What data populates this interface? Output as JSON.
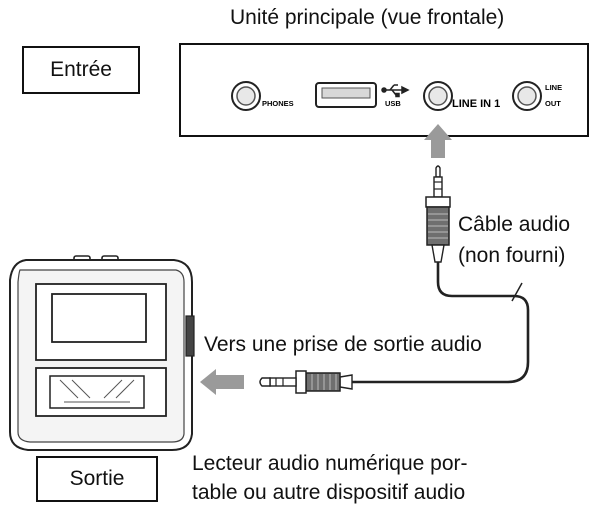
{
  "main_unit": {
    "title": "Unité principale (vue frontale)",
    "ports": {
      "phones": "PHONES",
      "usb": "USB",
      "line_in": "LINE IN 1",
      "line_out_top": "LINE",
      "line_out_bottom": "OUT"
    }
  },
  "labels": {
    "input": "Entrée",
    "output": "Sortie",
    "cable_line1": "Câble audio",
    "cable_line2": "(non fourni)",
    "to_output": "Vers une prise de sortie audio",
    "device_line1": "Lecteur audio numérique por-",
    "device_line2": "table ou autre dispositif audio"
  }
}
